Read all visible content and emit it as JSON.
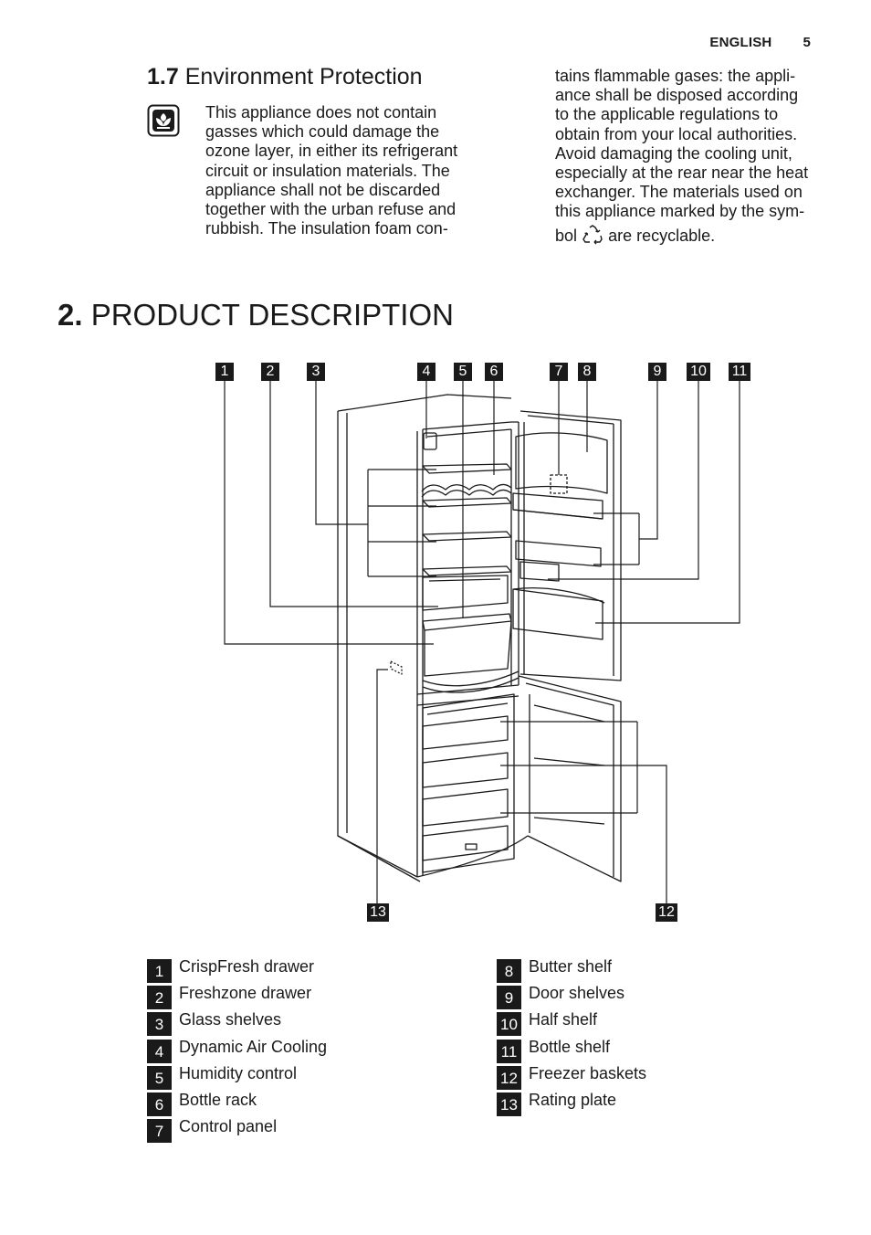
{
  "header": {
    "language": "ENGLISH",
    "page_number": "5"
  },
  "section_1_7": {
    "number": "1.7",
    "title": "Environment Protection",
    "icon": "eco-leaf-icon",
    "col1_lines": [
      "This appliance does not contain",
      "gasses which could damage the",
      "ozone layer, in either its refrigerant",
      "circuit or insulation materials. The",
      "appliance shall not be discarded",
      "together with the urban refuse and",
      "rubbish. The insulation foam con-"
    ],
    "col2_lines": [
      "tains flammable gases: the appli-",
      "ance shall be disposed according",
      "to the applicable regulations to",
      "obtain from your local authorities.",
      "Avoid damaging the cooling unit,",
      "especially at the rear near the heat",
      "exchanger. The materials used on",
      "this appliance marked by the sym-"
    ],
    "col2_last_before": "bol",
    "col2_last_after": "are recyclable.",
    "recycle_icon": "recycle-icon"
  },
  "section_2": {
    "number": "2.",
    "title": "PRODUCT DESCRIPTION"
  },
  "callouts_top": [
    "1",
    "2",
    "3",
    "4",
    "5",
    "6",
    "7",
    "8",
    "9",
    "10",
    "11"
  ],
  "callouts_bottom": [
    "13",
    "12"
  ],
  "legend_left": [
    {
      "num": "1",
      "label": "CrispFresh drawer"
    },
    {
      "num": "2",
      "label": "Freshzone drawer"
    },
    {
      "num": "3",
      "label": "Glass shelves"
    },
    {
      "num": "4",
      "label": "Dynamic Air Cooling"
    },
    {
      "num": "5",
      "label": "Humidity control"
    },
    {
      "num": "6",
      "label": "Bottle rack"
    },
    {
      "num": "7",
      "label": "Control panel"
    }
  ],
  "legend_right": [
    {
      "num": "8",
      "label": "Butter shelf"
    },
    {
      "num": "9",
      "label": "Door shelves"
    },
    {
      "num": "10",
      "label": "Half shelf"
    },
    {
      "num": "11",
      "label": "Bottle shelf"
    },
    {
      "num": "12",
      "label": "Freezer baskets"
    },
    {
      "num": "13",
      "label": "Rating plate"
    }
  ]
}
